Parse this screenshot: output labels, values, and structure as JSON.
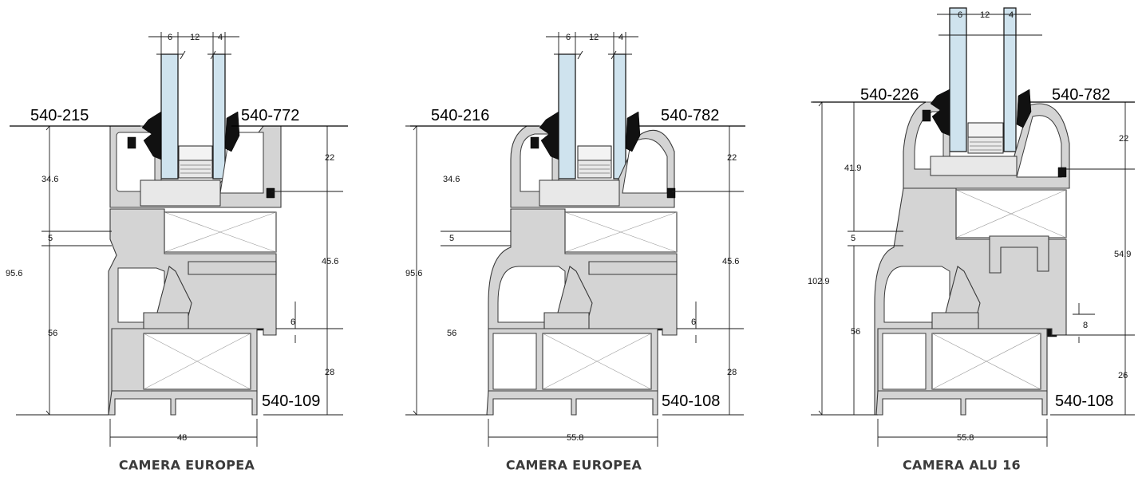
{
  "sections": [
    {
      "caption": "CAMERA EUROPEA",
      "code_glazing_bead": "540-215",
      "code_sash_top": "540-772",
      "code_frame": "540-109",
      "dim_glass_left": "6",
      "dim_glass_gap": "12",
      "dim_glass_right": "4",
      "dim_total_height": "95.6",
      "dim_upper_left": "34.6",
      "dim_gap_left": "5",
      "dim_lower_left": "56",
      "dim_top_right": "22",
      "dim_mid_right": "45.6",
      "dim_gap_right": "6",
      "dim_bottom_right": "28",
      "dim_width": "48"
    },
    {
      "caption": "CAMERA EUROPEA",
      "code_glazing_bead": "540-216",
      "code_sash_top": "540-782",
      "code_frame": "540-108",
      "dim_glass_left": "6",
      "dim_glass_gap": "12",
      "dim_glass_right": "4",
      "dim_total_height": "95.6",
      "dim_upper_left": "34.6",
      "dim_gap_left": "5",
      "dim_lower_left": "56",
      "dim_top_right": "22",
      "dim_mid_right": "45.6",
      "dim_gap_right": "6",
      "dim_bottom_right": "28",
      "dim_width": "55.8"
    },
    {
      "caption": "CAMERA ALU 16",
      "code_glazing_bead": "540-226",
      "code_sash_top": "540-782",
      "code_frame": "540-108",
      "dim_glass_left": "6",
      "dim_glass_gap": "12",
      "dim_glass_right": "4",
      "dim_total_height": "102.9",
      "dim_upper_left": "41.9",
      "dim_gap_left": "5",
      "dim_lower_left": "56",
      "dim_top_right": "22",
      "dim_mid_right": "54.9",
      "dim_gap_right": "8",
      "dim_bottom_right": "26",
      "dim_width": "55.8"
    }
  ],
  "colors": {
    "aluminium": "#d4d4d4",
    "glass": "#cfe3ee",
    "gasket": "#111111",
    "caption": "#3b3b3b"
  }
}
